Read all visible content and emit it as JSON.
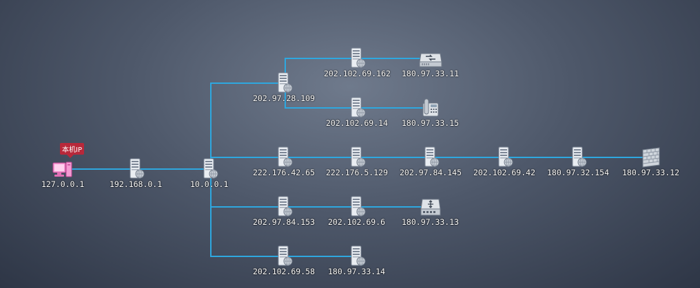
{
  "local_badge": "本机IP",
  "nodes": [
    {
      "id": "local",
      "label": "127.0.0.1",
      "icon": "pc-icon"
    },
    {
      "id": "n1",
      "label": "192.168.0.1",
      "icon": "server-icon"
    },
    {
      "id": "n2",
      "label": "10.0.0.1",
      "icon": "server-icon"
    },
    {
      "id": "a1",
      "label": "202.97.28.109",
      "icon": "server-icon"
    },
    {
      "id": "a2",
      "label": "202.102.69.162",
      "icon": "server-icon"
    },
    {
      "id": "a3",
      "label": "180.97.33.11",
      "icon": "switch-icon"
    },
    {
      "id": "a4",
      "label": "202.102.69.14",
      "icon": "server-icon"
    },
    {
      "id": "a5",
      "label": "180.97.33.15",
      "icon": "phone-icon"
    },
    {
      "id": "b1",
      "label": "222.176.42.65",
      "icon": "server-icon"
    },
    {
      "id": "b2",
      "label": "222.176.5.129",
      "icon": "server-icon"
    },
    {
      "id": "b3",
      "label": "202.97.84.145",
      "icon": "server-icon"
    },
    {
      "id": "b4",
      "label": "202.102.69.42",
      "icon": "server-icon"
    },
    {
      "id": "b5",
      "label": "180.97.32.154",
      "icon": "server-icon"
    },
    {
      "id": "b6",
      "label": "180.97.33.12",
      "icon": "firewall-icon"
    },
    {
      "id": "c1",
      "label": "202.97.84.153",
      "icon": "server-icon"
    },
    {
      "id": "c2",
      "label": "202.102.69.6",
      "icon": "server-icon"
    },
    {
      "id": "c3",
      "label": "180.97.33.13",
      "icon": "router-icon"
    },
    {
      "id": "d1",
      "label": "202.102.69.58",
      "icon": "server-icon"
    },
    {
      "id": "d2",
      "label": "180.97.33.14",
      "icon": "server-icon"
    }
  ],
  "links": [
    [
      "local",
      "n1"
    ],
    [
      "n1",
      "n2"
    ],
    [
      "n2",
      "a1"
    ],
    [
      "a1",
      "a2"
    ],
    [
      "a2",
      "a3"
    ],
    [
      "a1",
      "a4"
    ],
    [
      "a4",
      "a5"
    ],
    [
      "n2",
      "b1"
    ],
    [
      "b1",
      "b2"
    ],
    [
      "b2",
      "b3"
    ],
    [
      "b3",
      "b4"
    ],
    [
      "b4",
      "b5"
    ],
    [
      "b5",
      "b6"
    ],
    [
      "n2",
      "c1"
    ],
    [
      "c1",
      "c2"
    ],
    [
      "c2",
      "c3"
    ],
    [
      "n2",
      "d1"
    ],
    [
      "d1",
      "d2"
    ]
  ],
  "colors": {
    "link": "#2ea8e0",
    "badge": "#b8283a",
    "label": "#ffffff"
  }
}
